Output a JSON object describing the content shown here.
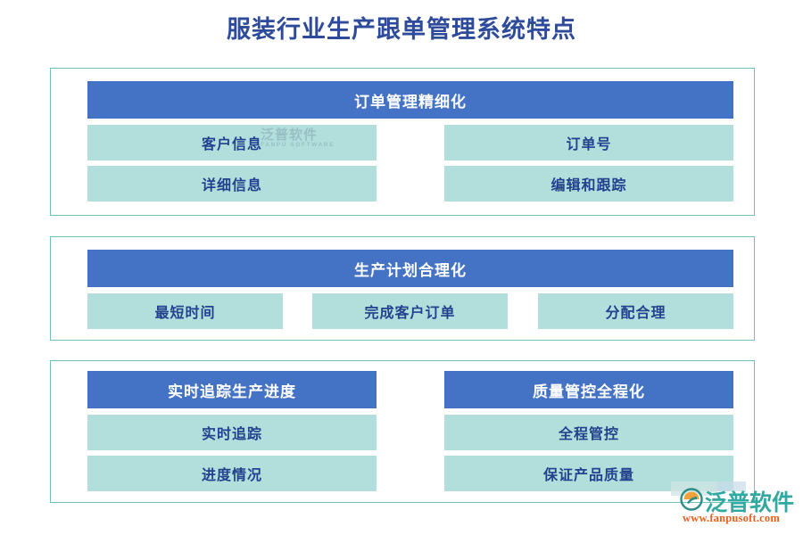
{
  "page": {
    "title": "服装行业生产跟单管理系统特点",
    "background_color": "#FFFFFF",
    "title_color": "#2E4B9B",
    "header_color": "#4472C4",
    "item_color": "#B2DFDB",
    "item_text_color": "#23418E",
    "border_color": "#6FC1BA"
  },
  "watermark": {
    "cn": "泛普软件",
    "en": "FANPU SOFTWARE"
  },
  "logo": {
    "icon": "fanpu-circle-logo-icon",
    "name": "泛普软件",
    "url": "www.fanpusoft.com",
    "name_color": "#31A8A0",
    "url_color": "#E8601C"
  },
  "sections": [
    {
      "id": "section-1",
      "header": "订单管理精细化",
      "layout": "two-column-grid",
      "items": [
        "客户信息",
        "订单号",
        "详细信息",
        "编辑和跟踪"
      ]
    },
    {
      "id": "section-2",
      "header": "生产计划合理化",
      "layout": "three-column-row",
      "items": [
        "最短时间",
        "完成客户订单",
        "分配合理"
      ]
    },
    {
      "id": "section-3",
      "layout": "two-groups",
      "groups": [
        {
          "header": "实时追踪生产进度",
          "items": [
            "实时追踪",
            "进度情况"
          ]
        },
        {
          "header": "质量管控全程化",
          "items": [
            "全程管控",
            "保证产品质量"
          ]
        }
      ]
    }
  ]
}
